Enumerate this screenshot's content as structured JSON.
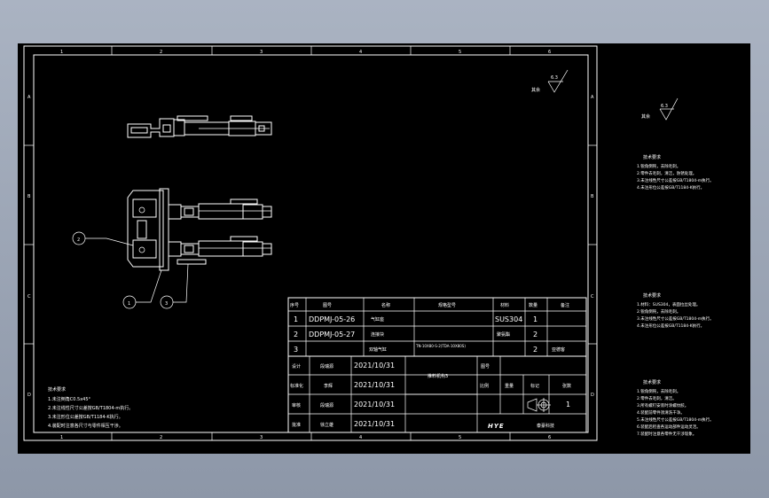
{
  "roughness": {
    "symbol_value": "6.3",
    "label": "其余"
  },
  "grid": {
    "columns": [
      "1",
      "2",
      "3",
      "4",
      "5",
      "6"
    ],
    "rows": [
      "A",
      "B",
      "C",
      "D"
    ]
  },
  "balloons": [
    "2",
    "1",
    "3"
  ],
  "bom": {
    "headers": [
      "序号",
      "图号",
      "名称",
      "规格型号",
      "材料",
      "数量",
      "备注"
    ],
    "rows": [
      {
        "no": "1",
        "code": "DDPMJ-05-26",
        "name": "气缸座",
        "spec": "",
        "material": "SUS304",
        "qty": "1",
        "note": ""
      },
      {
        "no": "2",
        "code": "DDPMJ-05-27",
        "name": "连接块",
        "spec": "",
        "material": "聚氨酯",
        "qty": "2",
        "note": ""
      },
      {
        "no": "3",
        "code": "",
        "name": "双轴气缸",
        "spec": "TN-10X80-S-2(TDA-10X80S)",
        "material": "",
        "qty": "2",
        "note": "亚德客"
      }
    ]
  },
  "title_block": {
    "roles": [
      "设计",
      "标准化",
      "审核",
      "批准"
    ],
    "names": [
      "段瑞源",
      "李辉",
      "段瑞源",
      "徐立雄"
    ],
    "dates": [
      "2021/10/31",
      "2021/10/31",
      "2021/10/31",
      "2021/10/31"
    ],
    "part_name": "推料机构3",
    "drawing_no_label": "图号",
    "scale_headers": [
      "比例",
      "重量",
      "标记",
      "张数"
    ],
    "sheet_count": "1",
    "logo": "HYE",
    "company": "泰豪科技"
  },
  "tech_notes_main": {
    "title": "技术要求",
    "lines": [
      "1.未注倒角C0.5x45°",
      "2.未注线性尺寸公差按GB/T1804-m执行。",
      "3.未注形位公差按GB/T1184-K执行。",
      "4.装配时注意各尺寸与零件相互干涉。"
    ]
  },
  "side_notes": [
    {
      "title": "技术要求",
      "lines": [
        "1.锐角倒钝，去除毛刺。",
        "2.零件去毛刺，清洁，防锈处理。",
        "3.未注线性尺寸公差按GB/T1804-m执行。",
        "4.未注形位公差按GB/T1184-K执行。"
      ]
    },
    {
      "title": "技术要求",
      "lines": [
        "1.材料：SUS304，表面拉丝处理。",
        "2.锐角倒钝，去除毛刺。",
        "3.未注线性尺寸公差按GB/T1804-m执行。",
        "4.未注形位公差按GB/T1184-K执行。"
      ]
    },
    {
      "title": "技术要求",
      "lines": [
        "1.锐角倒钝，去除毛刺。",
        "2.零件去毛刺，清洁。",
        "3.所有螺钉安装时涂螺纹胶。",
        "4.装配前零件须清洗干净。",
        "5.未注线性尺寸公差按GB/T1804-m执行。",
        "6.装配后检查各运动部件运动灵活。",
        "7.装配时注意各零件无干涉现象。"
      ]
    }
  ]
}
